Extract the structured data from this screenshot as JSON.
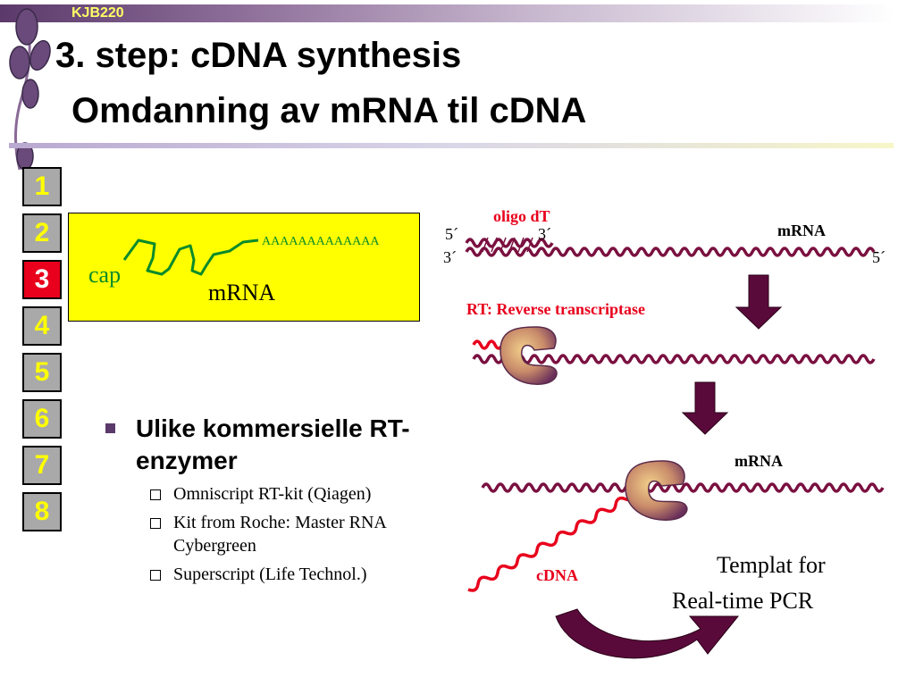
{
  "header": {
    "course": "KJB220"
  },
  "title": {
    "line1": "3. step: cDNA synthesis",
    "line2": "Omdanning av mRNA til cDNA"
  },
  "steps": [
    {
      "label": "1",
      "active": false
    },
    {
      "label": "2",
      "active": false
    },
    {
      "label": "3",
      "active": true
    },
    {
      "label": "4",
      "active": false
    },
    {
      "label": "5",
      "active": false
    },
    {
      "label": "6",
      "active": false
    },
    {
      "label": "7",
      "active": false
    },
    {
      "label": "8",
      "active": false
    }
  ],
  "yellow_box": {
    "cap": "cap",
    "polyA": "AAAAAAAAAAAAA",
    "mrna": "mRNA"
  },
  "bullets": {
    "main": "Ulike kommersielle RT-enzymer",
    "subs": [
      "Omniscript RT-kit (Qiagen)",
      "Kit from Roche: Master RNA Cybergreen",
      "Superscript (Life Technol.)"
    ]
  },
  "diagram": {
    "oligo": "oligo dT",
    "five_prime_left": "5´",
    "three_prime_oligo": "3´",
    "three_prime_left": "3´",
    "five_prime_right": "5´",
    "mrna_top": "mRNA",
    "rt_label": "RT: Reverse transcriptase",
    "mrna_bottom": "mRNA",
    "cdna": "cDNA",
    "templat_line1": "Templat for",
    "templat_line2": "Real-time PCR"
  },
  "colors": {
    "accent": "#5b3a6b",
    "strand": "#7a1040",
    "red_text": "#e8001c",
    "green": "#0a8a2a",
    "highlight": "#ffff00"
  }
}
